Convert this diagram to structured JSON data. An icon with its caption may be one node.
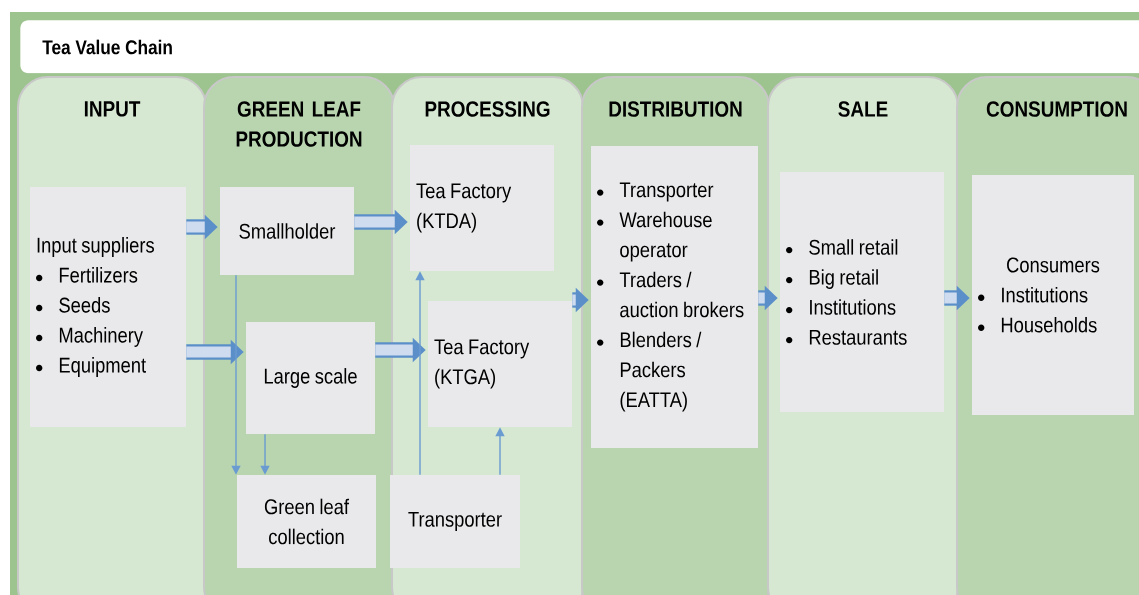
{
  "diagram": {
    "title": "Tea Value Chain",
    "nodes": [
      {
        "text": [
          "INPUT"
        ]
      },
      {
        "text": [
          "GREEN LEAF PRODUCTION"
        ]
      },
      {
        "text": [
          "PROCESSING"
        ]
      },
      {
        "text": [
          "DISTRIBUTION"
        ]
      },
      {
        "text": [
          "SALE"
        ]
      },
      {
        "text": [
          "CONSUMPTION"
        ]
      },
      {
        "text": [
          "Input suppliers",
          "Fertilizers",
          "Seeds",
          "Machinery",
          "Equipment"
        ],
        "in": 0
      },
      {
        "text": [
          "Smallholder"
        ],
        "in": 1
      },
      {
        "text": [
          "Large scale"
        ],
        "in": 1
      },
      {
        "text": [
          "Green leaf collection"
        ],
        "in": 1
      },
      {
        "text": [
          "Tea Factory (KTDA)"
        ],
        "in": 2
      },
      {
        "text": [
          "Tea Factory (KTGA)"
        ],
        "in": 2
      },
      {
        "text": [
          "Transporter"
        ],
        "in": 2
      },
      {
        "text": [
          "Transporter",
          "Warehouse operator",
          "Traders / auction brokers",
          "Blenders / Packers (EATTA)"
        ],
        "in": 3
      },
      {
        "text": [
          "Small retail",
          "Big retail",
          "Institutions",
          "Restaurants"
        ],
        "in": 4
      },
      {
        "text": [
          "Consumers",
          "Institutions",
          "Households"
        ],
        "in": 5
      }
    ],
    "edges": [
      {
        "from": 6,
        "to": 7,
        "arrow": "to"
      },
      {
        "from": 6,
        "to": 8,
        "arrow": "to"
      },
      {
        "from": 7,
        "to": 10,
        "arrow": "to"
      },
      {
        "from": 8,
        "to": 11,
        "arrow": "to"
      },
      {
        "from": 11,
        "to": 13,
        "arrow": "to"
      },
      {
        "from": 13,
        "to": 14,
        "arrow": "to"
      },
      {
        "from": 14,
        "to": 15,
        "arrow": "to"
      },
      {
        "from": 7,
        "to": 9,
        "arrow": "to"
      },
      {
        "from": 8,
        "to": 9,
        "arrow": "to"
      },
      {
        "from": 12,
        "to": 10,
        "arrow": "to"
      },
      {
        "from": 12,
        "to": 11,
        "arrow": "to"
      }
    ]
  }
}
